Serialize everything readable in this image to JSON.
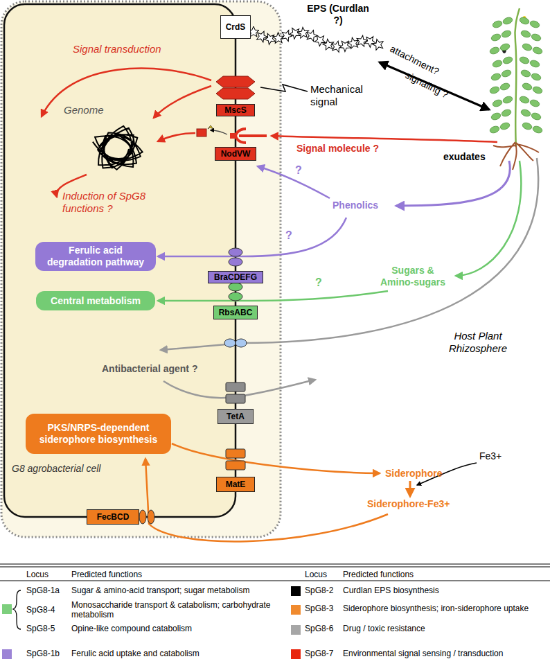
{
  "diagram": {
    "nodes": [
      {
        "text": [
          "G8 agrobacterial cell"
        ]
      },
      {
        "text": [
          "CrdS"
        ],
        "in": 0
      },
      {
        "text": [
          "MscS"
        ],
        "in": 0
      },
      {
        "text": [
          "NodVW"
        ],
        "in": 0
      },
      {
        "text": [
          "Ferulic acid degradation pathway"
        ],
        "in": 0
      },
      {
        "text": [
          "BraCDEFG"
        ],
        "in": 0
      },
      {
        "text": [
          "Central metabolism"
        ],
        "in": 0
      },
      {
        "text": [
          "RbsABC"
        ],
        "in": 0
      },
      {
        "text": [
          "TetA"
        ],
        "in": 0
      },
      {
        "text": [
          "PKS/NRPS-dependent siderophore biosynthesis"
        ],
        "in": 0
      },
      {
        "text": [
          "MatE"
        ],
        "in": 0
      },
      {
        "text": [
          "FecBCD"
        ],
        "in": 0
      }
    ],
    "labels": [
      "EPS (Curdlan ?)",
      "attachment?",
      "signaling ?",
      "Mechanical signal",
      "Signal transduction",
      "Genome",
      "Induction of SpG8 functions ?",
      "Signal molecule ?",
      "exudates",
      "?",
      "Phenolics",
      "?",
      "Sugars & Amino-sugars",
      "?",
      "Host Plant Rhizosphere",
      "Antibacterial agent ?",
      "Siderophore",
      "Fe3+",
      "Siderophore-Fe3+",
      "Locus",
      "Predicted functions",
      "Locus",
      "Predicted functions",
      "SpG8-1a",
      "Sugar & amino-acid transport; sugar metabolism",
      "Monosaccharide transport & catabolism; carbohydrate metabolism",
      "SpG8-5",
      "Opine-like compound catabolism",
      "Ferulic acid uptake and catabolism",
      "Curdlan EPS biosynthesis",
      "Siderophore biosynthesis; iron-siderophore uptake",
      "Drug / toxic resistance",
      "Environmental signal sensing / transduction"
    ],
    "legend": [
      {
        "text": "SpG8-4",
        "color": "#7dcf7d"
      },
      {
        "text": "SpG8-1b",
        "color": "#9c84d6"
      },
      {
        "text": "SpG8-2",
        "color": "#000000"
      },
      {
        "text": "SpG8-3",
        "color": "#f08a2e"
      },
      {
        "text": "SpG8-6",
        "color": "#a6a6a6"
      },
      {
        "text": "SpG8-7",
        "color": "#e8240c"
      }
    ]
  }
}
